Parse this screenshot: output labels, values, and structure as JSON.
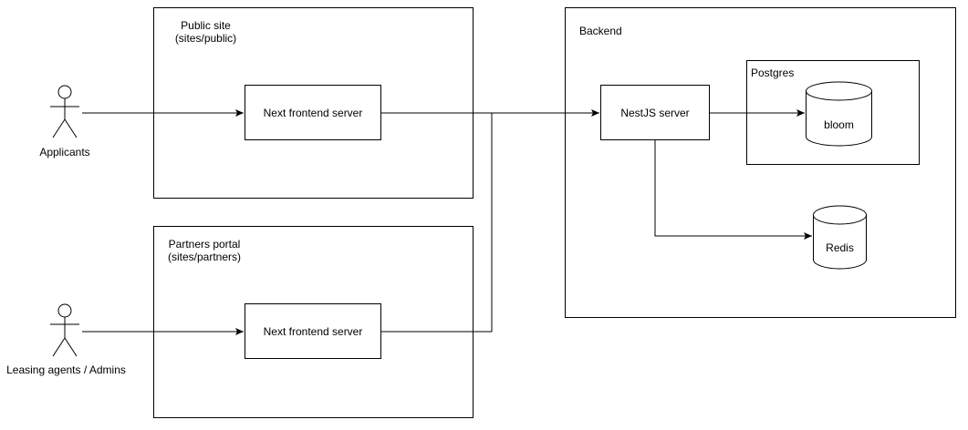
{
  "actors": {
    "applicants": "Applicants",
    "leasing": "Leasing agents / Admins"
  },
  "public_site": {
    "title": "Public site",
    "path": "(sites/public)",
    "server": "Next frontend server"
  },
  "partners_portal": {
    "title": "Partners portal",
    "path": "(sites/partners)",
    "server": "Next frontend server"
  },
  "backend": {
    "title": "Backend",
    "server": "NestJS server",
    "postgres": "Postgres",
    "db": "bloom",
    "cache": "Redis"
  }
}
